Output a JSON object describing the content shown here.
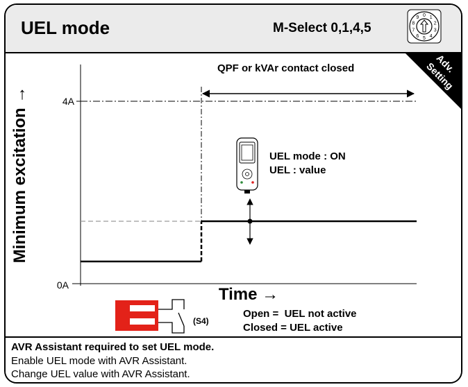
{
  "header": {
    "title": "UEL mode",
    "mselect_label": "M-Select 0,1,4,5",
    "dial_digits": [
      "0",
      "1",
      "2",
      "3",
      "4",
      "5",
      "6",
      "7",
      "8",
      "9"
    ]
  },
  "badge": {
    "line1": "Adv.",
    "line2": "Setting"
  },
  "chart": {
    "condition_label": "QPF or kVAr contact closed",
    "y_axis_label": "Minimum excitation →",
    "x_axis_label": "Time →",
    "tick_top": "4A",
    "tick_bottom": "0A",
    "step": {
      "low_level_fraction": 0.12,
      "high_level_fraction": 0.32
    }
  },
  "device_callout": {
    "line1": "UEL mode : ON",
    "line2": "UEL : value"
  },
  "switch": {
    "label": "(S4)",
    "open_text": "Open =  UEL not active",
    "closed_text": "Closed = UEL active"
  },
  "footer": {
    "line1": "AVR Assistant required to set UEL mode.",
    "line2": "Enable UEL mode with AVR Assistant.",
    "line3": "Change UEL value with AVR Assistant."
  },
  "colors": {
    "header_bg": "#ebebeb",
    "dip_switch": "#e32219",
    "badge": "#000000"
  }
}
